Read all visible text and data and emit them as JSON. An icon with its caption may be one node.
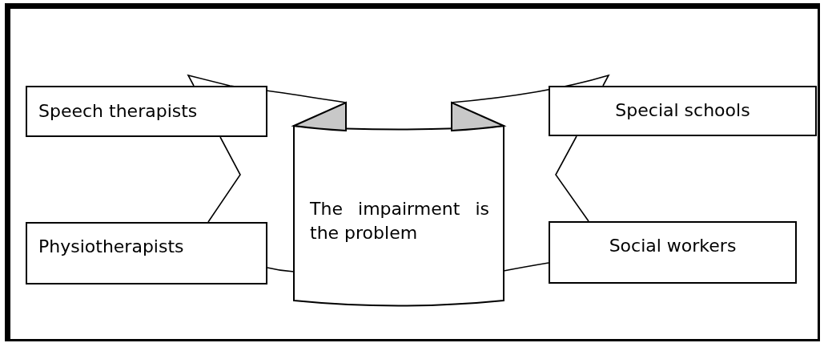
{
  "diagram": {
    "nodes": [
      {
        "text": [
          "Speech therapists"
        ]
      },
      {
        "text": [
          "Special schools"
        ]
      },
      {
        "text": [
          "The impairment is the problem"
        ]
      },
      {
        "text": [
          "Physiotherapists"
        ]
      },
      {
        "text": [
          "Social workers"
        ]
      }
    ]
  }
}
